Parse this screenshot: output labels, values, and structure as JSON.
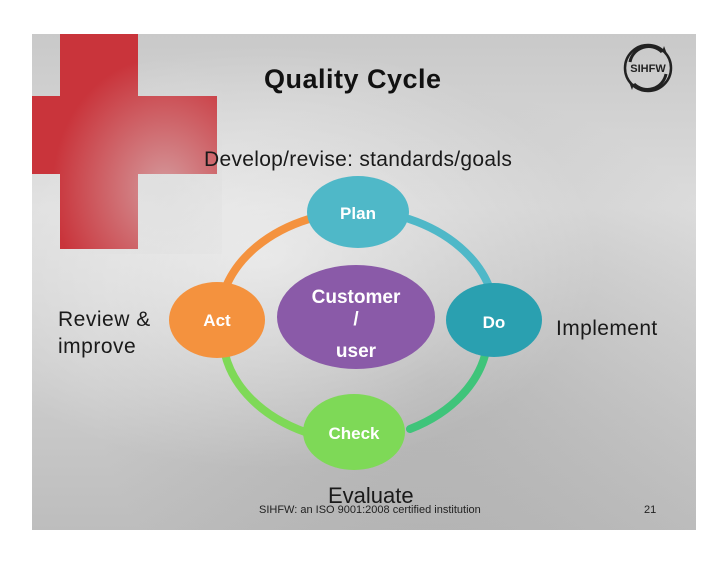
{
  "slide": {
    "title": "Quality Cycle",
    "footer": "SIHFW: an ISO 9001:2008 certified institution",
    "page_number": "21",
    "logo_text": "SIHFW"
  },
  "cycle": {
    "center": [
      "Customer",
      "/",
      "user"
    ],
    "nodes": {
      "plan": "Plan",
      "do": "Do",
      "check": "Check",
      "act": "Act"
    },
    "annotations": {
      "plan": "Develop/revise: standards/goals",
      "do": "Implement",
      "check": "Evaluate",
      "act": [
        "Review &",
        "improve"
      ]
    }
  },
  "colors": {
    "plan": "#4fb8c8",
    "do": "#2aa0b0",
    "check": "#7ed957",
    "act": "#f4923e",
    "center": "#8a5aa8",
    "cross": "#c9343b"
  }
}
